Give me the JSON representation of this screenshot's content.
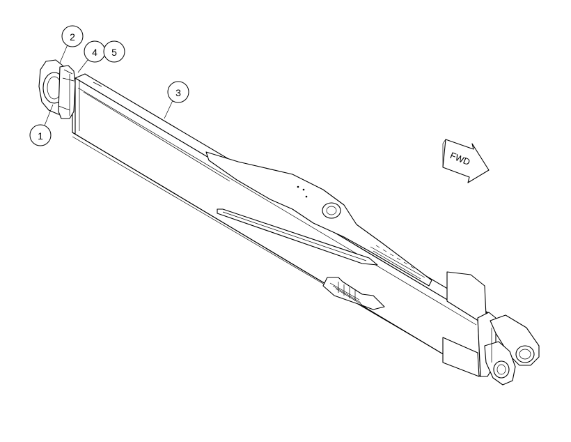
{
  "callouts": [
    {
      "id": "1",
      "label": "1"
    },
    {
      "id": "2",
      "label": "2"
    },
    {
      "id": "3",
      "label": "3"
    },
    {
      "id": "4",
      "label": "4"
    },
    {
      "id": "5",
      "label": "5"
    }
  ],
  "direction_arrow": {
    "label": "FWD"
  }
}
